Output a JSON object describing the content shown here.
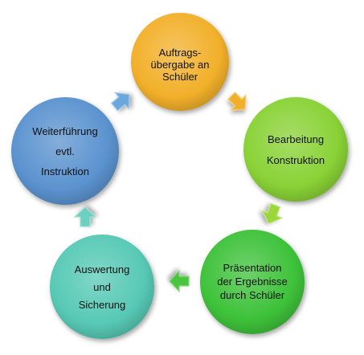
{
  "nodes": [
    {
      "id": "auftrag",
      "lines": [
        "Auftrags-",
        "übergabe an",
        "Schüler"
      ],
      "color": "#f2b02a"
    },
    {
      "id": "bearbeitung",
      "lines": [
        "Bearbeitung",
        "Konstruktion"
      ],
      "color": "#89d236"
    },
    {
      "id": "praesentation",
      "lines": [
        "Präsentation",
        "der Ergebnisse",
        "durch Schüler"
      ],
      "color": "#3ec23a"
    },
    {
      "id": "auswertung",
      "lines": [
        "Auswertung",
        "und",
        "Sicherung"
      ],
      "color": "#57c9b5"
    },
    {
      "id": "weiterfuehrung",
      "lines": [
        "Weiterführung",
        "evtl.",
        "Instruktion"
      ],
      "color": "#5b93cf"
    }
  ],
  "arrows": [
    {
      "from": "auftrag",
      "to": "bearbeitung",
      "color": "#f2b02a"
    },
    {
      "from": "bearbeitung",
      "to": "praesentation",
      "color": "#9bd63a"
    },
    {
      "from": "praesentation",
      "to": "auswertung",
      "color": "#4cc43f"
    },
    {
      "from": "auswertung",
      "to": "weiterfuehrung",
      "color": "#6ccfc0"
    },
    {
      "from": "weiterfuehrung",
      "to": "auftrag",
      "color": "#6aa7dc"
    }
  ]
}
